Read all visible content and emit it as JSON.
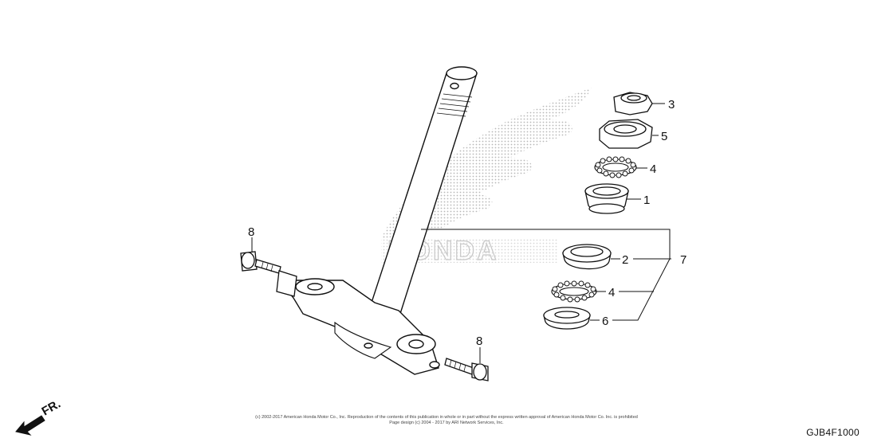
{
  "callouts": {
    "c3": "3",
    "c5": "5",
    "c4a": "4",
    "c1": "1",
    "c2": "2",
    "c7": "7",
    "c4b": "4",
    "c6": "6",
    "c8a": "8",
    "c8b": "8"
  },
  "watermark": {
    "brand": "HONDA"
  },
  "direction": {
    "label": "FR."
  },
  "footer": {
    "copyright_line1": "(c) 2002-2017 American Honda Motor Co., Inc. Reproduction of the contents of this publication in whole or in part without the express written approval of American Honda Motor Co. Inc. is prohibited",
    "copyright_line2": "Page design (c) 2004 - 2017 by ARI Network Services, Inc.",
    "diagram_code": "GJB4F1000"
  },
  "colors": {
    "line": "#111111",
    "watermark": "#b8b8b8"
  }
}
